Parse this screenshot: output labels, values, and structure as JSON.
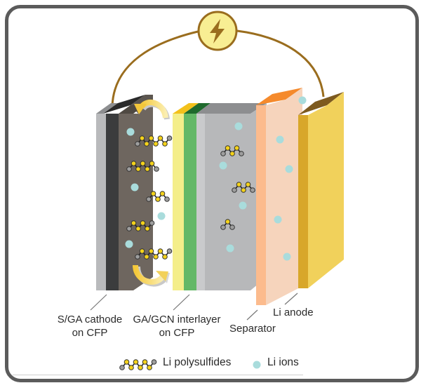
{
  "diagram": {
    "colors": {
      "wire": "#9a6d1e",
      "power_fill": "#f8ee93",
      "cathode_body": "#6e665f",
      "cathode_dark": "#3b3c3d",
      "grey_layer": "#b9babc",
      "interlayer_yellow": "#f4ee8a",
      "interlayer_green": "#63b867",
      "separator": "#f6d4bc",
      "separator_edge": "#f58a2c",
      "anode": "#f1d15b",
      "anode_side": "#d8a72a",
      "li_ion": "#a9dcdc",
      "sulfur": "#f4d21b",
      "lithium_atom": "#9e9e9e",
      "arrow": "#f5d56b"
    },
    "icons": {
      "power_source": "lightning-bolt-icon",
      "polysulfide": "polysulfide-chain-icon",
      "ion": "li-ion-dot-icon",
      "shuttle": "curved-arrow-icon"
    }
  },
  "labels": {
    "cathode_line1": "S/GA cathode",
    "cathode_line2": "on CFP",
    "interlayer_line1": "GA/GCN interlayer",
    "interlayer_line2": "on CFP",
    "separator": "Separator",
    "anode": "Li anode"
  },
  "legend": {
    "polysulfides": "Li polysulfides",
    "ions": "Li ions"
  }
}
